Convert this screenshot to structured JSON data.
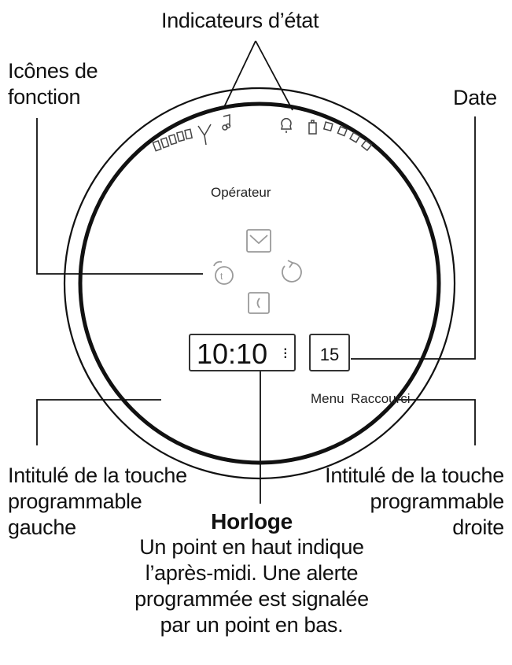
{
  "labels": {
    "status_indicators": "Indicateurs d’état",
    "function_icons": [
      "Icônes de",
      "fonction"
    ],
    "date": "Date",
    "left_softkey": [
      "Intitulé de la touche",
      "programmable",
      "gauche"
    ],
    "right_softkey": [
      "Intitulé de la touche",
      "programmable",
      "droite"
    ],
    "clock_title": "Horloge",
    "clock_desc": [
      "Un point en haut indique",
      "l’après-midi. Une alerte",
      "programmée est signalée",
      "par un point en bas."
    ]
  },
  "screen": {
    "operator": "Opérateur",
    "time": "10:10",
    "day": "15",
    "left_softkey_label": "Menu",
    "right_softkey_label": "Raccourci"
  },
  "icons": {
    "status": [
      "signal-bars-icon",
      "antenna-icon",
      "music-note-icon",
      "alarm-bell-icon",
      "battery-icon"
    ],
    "function": [
      "message-envelope-icon",
      "alarm-clock-icon",
      "rotate-arrow-icon",
      "phone-icon"
    ]
  },
  "colors": {
    "line": "#111111",
    "icon_gray": "#9a9a9a"
  }
}
